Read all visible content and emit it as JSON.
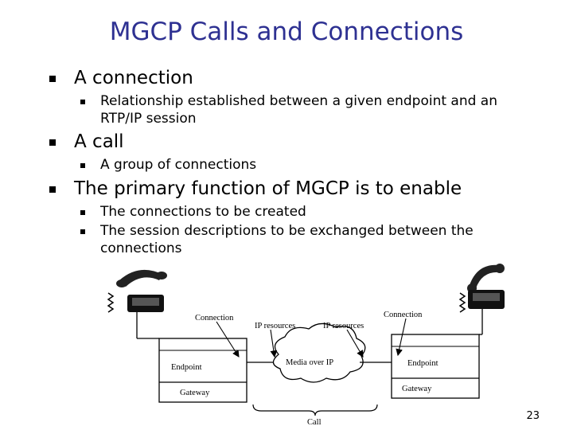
{
  "slide": {
    "title": "MGCP Calls and Connections",
    "page_number": "23",
    "bullets": [
      {
        "text": "A connection",
        "sub": [
          "Relationship established between a given endpoint and an",
          "RTP/IP session"
        ]
      },
      {
        "text": "A call",
        "sub": [
          "A group of connections"
        ]
      },
      {
        "text": "The primary function of MGCP is to enable",
        "sub": [
          "The connections to be created",
          "The session descriptions to be exchanged between the",
          "connections"
        ]
      }
    ]
  },
  "diagram": {
    "connection_left": "Connection",
    "connection_right": "Connection",
    "ip_resources_left": "IP resources",
    "ip_resources_right": "IP resources",
    "endpoint_left": "Endpoint",
    "endpoint_right": "Endpoint",
    "gateway_left": "Gateway",
    "gateway_right": "Gateway",
    "media": "Media over IP",
    "call": "Call"
  }
}
